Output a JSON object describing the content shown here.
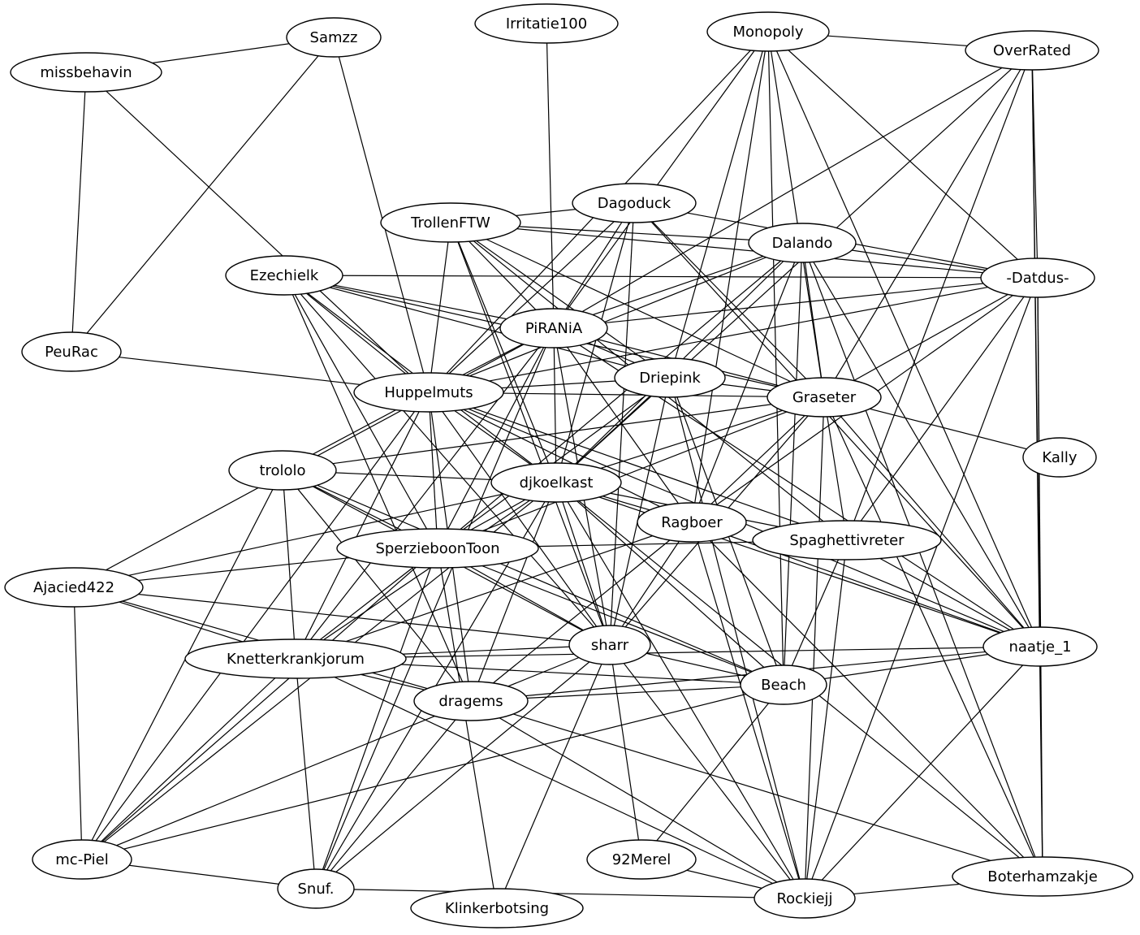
{
  "graph": {
    "nodes": [
      {
        "id": "Samzz",
        "label": "Samzz"
      },
      {
        "id": "Irritatie100",
        "label": "Irritatie100"
      },
      {
        "id": "Monopoly",
        "label": "Monopoly"
      },
      {
        "id": "OverRated",
        "label": "OverRated"
      },
      {
        "id": "missbehavin",
        "label": "missbehavin"
      },
      {
        "id": "Dagoduck",
        "label": "Dagoduck"
      },
      {
        "id": "TrollenFTW",
        "label": "TrollenFTW"
      },
      {
        "id": "Dalando",
        "label": "Dalando"
      },
      {
        "id": "-Datdus-",
        "label": "-Datdus-"
      },
      {
        "id": "Ezechielk",
        "label": "Ezechielk"
      },
      {
        "id": "PiRANiA",
        "label": "PiRANiA"
      },
      {
        "id": "PeuRac",
        "label": "PeuRac"
      },
      {
        "id": "Driepink",
        "label": "Driepink"
      },
      {
        "id": "Huppelmuts",
        "label": "Huppelmuts"
      },
      {
        "id": "Graseter",
        "label": "Graseter"
      },
      {
        "id": "Kally",
        "label": "Kally"
      },
      {
        "id": "trololo",
        "label": "trololo"
      },
      {
        "id": "djkoelkast",
        "label": "djkoelkast"
      },
      {
        "id": "Ragboer",
        "label": "Ragboer"
      },
      {
        "id": "Spaghettivreter",
        "label": "Spaghettivreter"
      },
      {
        "id": "SperzieboonToon",
        "label": "SperzieboonToon"
      },
      {
        "id": "Ajacied422",
        "label": "Ajacied422"
      },
      {
        "id": "sharr",
        "label": "sharr"
      },
      {
        "id": "naatje_1",
        "label": "naatje_1"
      },
      {
        "id": "Knetterkrankjorum",
        "label": "Knetterkrankjorum"
      },
      {
        "id": "Beach",
        "label": "Beach"
      },
      {
        "id": "dragems",
        "label": "dragems"
      },
      {
        "id": "mc-Piel",
        "label": "mc-Piel"
      },
      {
        "id": "92Merel",
        "label": "92Merel"
      },
      {
        "id": "Boterhamzakje",
        "label": "Boterhamzakje"
      },
      {
        "id": "Snuf.",
        "label": "Snuf."
      },
      {
        "id": "Rockiejj",
        "label": "Rockiejj"
      },
      {
        "id": "Klinkerbotsing",
        "label": "Klinkerbotsing"
      }
    ],
    "edges": [
      [
        "Samzz",
        "missbehavin"
      ],
      [
        "Samzz",
        "PeuRac"
      ],
      [
        "Samzz",
        "Huppelmuts"
      ],
      [
        "missbehavin",
        "PeuRac"
      ],
      [
        "missbehavin",
        "Huppelmuts"
      ],
      [
        "Irritatie100",
        "PiRANiA"
      ],
      [
        "Monopoly",
        "OverRated"
      ],
      [
        "Monopoly",
        "-Datdus-"
      ],
      [
        "Monopoly",
        "PiRANiA"
      ],
      [
        "Monopoly",
        "Huppelmuts"
      ],
      [
        "Monopoly",
        "Driepink"
      ],
      [
        "Monopoly",
        "Graseter"
      ],
      [
        "Monopoly",
        "naatje_1"
      ],
      [
        "Monopoly",
        "Beach"
      ],
      [
        "Monopoly",
        "Ragboer"
      ],
      [
        "OverRated",
        "-Datdus-"
      ],
      [
        "OverRated",
        "PiRANiA"
      ],
      [
        "OverRated",
        "Graseter"
      ],
      [
        "OverRated",
        "Spaghettivreter"
      ],
      [
        "OverRated",
        "naatje_1"
      ],
      [
        "OverRated",
        "Boterhamzakje"
      ],
      [
        "OverRated",
        "djkoelkast"
      ],
      [
        "Dagoduck",
        "TrollenFTW"
      ],
      [
        "Dagoduck",
        "-Datdus-"
      ],
      [
        "Dagoduck",
        "PiRANiA"
      ],
      [
        "Dagoduck",
        "Huppelmuts"
      ],
      [
        "Dagoduck",
        "djkoelkast"
      ],
      [
        "Dagoduck",
        "Graseter"
      ],
      [
        "Dagoduck",
        "naatje_1"
      ],
      [
        "Dagoduck",
        "sharr"
      ],
      [
        "TrollenFTW",
        "Dalando"
      ],
      [
        "TrollenFTW",
        "-Datdus-"
      ],
      [
        "TrollenFTW",
        "PiRANiA"
      ],
      [
        "TrollenFTW",
        "Huppelmuts"
      ],
      [
        "TrollenFTW",
        "Driepink"
      ],
      [
        "TrollenFTW",
        "Graseter"
      ],
      [
        "TrollenFTW",
        "djkoelkast"
      ],
      [
        "TrollenFTW",
        "sharr"
      ],
      [
        "TrollenFTW",
        "Spaghettivreter"
      ],
      [
        "Dalando",
        "-Datdus-"
      ],
      [
        "Dalando",
        "PiRANiA"
      ],
      [
        "Dalando",
        "Huppelmuts"
      ],
      [
        "Dalando",
        "Graseter"
      ],
      [
        "Dalando",
        "djkoelkast"
      ],
      [
        "Dalando",
        "Ragboer"
      ],
      [
        "Dalando",
        "SperzieboonToon"
      ],
      [
        "Dalando",
        "naatje_1"
      ],
      [
        "Dalando",
        "Beach"
      ],
      [
        "Dalando",
        "Boterhamzakje"
      ],
      [
        "-Datdus-",
        "Ezechielk"
      ],
      [
        "-Datdus-",
        "PiRANiA"
      ],
      [
        "-Datdus-",
        "Huppelmuts"
      ],
      [
        "-Datdus-",
        "Graseter"
      ],
      [
        "-Datdus-",
        "Spaghettivreter"
      ],
      [
        "-Datdus-",
        "naatje_1"
      ],
      [
        "-Datdus-",
        "Rockiejj"
      ],
      [
        "-Datdus-",
        "Boterhamzakje"
      ],
      [
        "-Datdus-",
        "Ragboer"
      ],
      [
        "Ezechielk",
        "PiRANiA"
      ],
      [
        "Ezechielk",
        "Huppelmuts"
      ],
      [
        "Ezechielk",
        "Graseter"
      ],
      [
        "Ezechielk",
        "djkoelkast"
      ],
      [
        "Ezechielk",
        "SperzieboonToon"
      ],
      [
        "Ezechielk",
        "dragems"
      ],
      [
        "Ezechielk",
        "Driepink"
      ],
      [
        "Ezechielk",
        "sharr"
      ],
      [
        "PiRANiA",
        "Huppelmuts"
      ],
      [
        "PiRANiA",
        "Driepink"
      ],
      [
        "PiRANiA",
        "Graseter"
      ],
      [
        "PiRANiA",
        "djkoelkast"
      ],
      [
        "PiRANiA",
        "Ragboer"
      ],
      [
        "PiRANiA",
        "SperzieboonToon"
      ],
      [
        "PiRANiA",
        "Ajacied422"
      ],
      [
        "PiRANiA",
        "sharr"
      ],
      [
        "PiRANiA",
        "Knetterkrankjorum"
      ],
      [
        "PiRANiA",
        "naatje_1"
      ],
      [
        "PiRANiA",
        "Snuf."
      ],
      [
        "PeuRac",
        "Huppelmuts"
      ],
      [
        "Driepink",
        "Huppelmuts"
      ],
      [
        "Driepink",
        "Graseter"
      ],
      [
        "Driepink",
        "djkoelkast"
      ],
      [
        "Driepink",
        "SperzieboonToon"
      ],
      [
        "Driepink",
        "sharr"
      ],
      [
        "Driepink",
        "Beach"
      ],
      [
        "Driepink",
        "Rockiejj"
      ],
      [
        "Huppelmuts",
        "Graseter"
      ],
      [
        "Huppelmuts",
        "trololo"
      ],
      [
        "Huppelmuts",
        "djkoelkast"
      ],
      [
        "Huppelmuts",
        "Ragboer"
      ],
      [
        "Huppelmuts",
        "Spaghettivreter"
      ],
      [
        "Huppelmuts",
        "SperzieboonToon"
      ],
      [
        "Huppelmuts",
        "sharr"
      ],
      [
        "Huppelmuts",
        "Knetterkrankjorum"
      ],
      [
        "Huppelmuts",
        "dragems"
      ],
      [
        "Huppelmuts",
        "mc-Piel"
      ],
      [
        "Huppelmuts",
        "naatje_1"
      ],
      [
        "Graseter",
        "Kally"
      ],
      [
        "Graseter",
        "trololo"
      ],
      [
        "Graseter",
        "djkoelkast"
      ],
      [
        "Graseter",
        "Ragboer"
      ],
      [
        "Graseter",
        "SperzieboonToon"
      ],
      [
        "Graseter",
        "Spaghettivreter"
      ],
      [
        "Graseter",
        "naatje_1"
      ],
      [
        "Graseter",
        "sharr"
      ],
      [
        "Graseter",
        "Rockiejj"
      ],
      [
        "Graseter",
        "Boterhamzakje"
      ],
      [
        "trololo",
        "djkoelkast"
      ],
      [
        "trololo",
        "SperzieboonToon"
      ],
      [
        "trololo",
        "sharr"
      ],
      [
        "trololo",
        "Knetterkrankjorum"
      ],
      [
        "trololo",
        "dragems"
      ],
      [
        "trololo",
        "mc-Piel"
      ],
      [
        "trololo",
        "Beach"
      ],
      [
        "djkoelkast",
        "Ragboer"
      ],
      [
        "djkoelkast",
        "Spaghettivreter"
      ],
      [
        "djkoelkast",
        "SperzieboonToon"
      ],
      [
        "djkoelkast",
        "Ajacied422"
      ],
      [
        "djkoelkast",
        "sharr"
      ],
      [
        "djkoelkast",
        "naatje_1"
      ],
      [
        "djkoelkast",
        "Knetterkrankjorum"
      ],
      [
        "djkoelkast",
        "Beach"
      ],
      [
        "djkoelkast",
        "dragems"
      ],
      [
        "djkoelkast",
        "mc-Piel"
      ],
      [
        "djkoelkast",
        "Snuf."
      ],
      [
        "djkoelkast",
        "Rockiejj"
      ],
      [
        "djkoelkast",
        "Boterhamzakje"
      ],
      [
        "Ragboer",
        "sharr"
      ],
      [
        "Ragboer",
        "naatje_1"
      ],
      [
        "Ragboer",
        "Knetterkrankjorum"
      ],
      [
        "Ragboer",
        "dragems"
      ],
      [
        "Ragboer",
        "Rockiejj"
      ],
      [
        "Ragboer",
        "Boterhamzakje"
      ],
      [
        "Spaghettivreter",
        "naatje_1"
      ],
      [
        "Spaghettivreter",
        "Beach"
      ],
      [
        "Spaghettivreter",
        "SperzieboonToon"
      ],
      [
        "SperzieboonToon",
        "Ajacied422"
      ],
      [
        "SperzieboonToon",
        "sharr"
      ],
      [
        "SperzieboonToon",
        "Knetterkrankjorum"
      ],
      [
        "SperzieboonToon",
        "Beach"
      ],
      [
        "SperzieboonToon",
        "Snuf."
      ],
      [
        "SperzieboonToon",
        "Klinkerbotsing"
      ],
      [
        "SperzieboonToon",
        "mc-Piel"
      ],
      [
        "Ajacied422",
        "sharr"
      ],
      [
        "Ajacied422",
        "Knetterkrankjorum"
      ],
      [
        "Ajacied422",
        "dragems"
      ],
      [
        "sharr",
        "Knetterkrankjorum"
      ],
      [
        "sharr",
        "Beach"
      ],
      [
        "sharr",
        "92Merel"
      ],
      [
        "sharr",
        "Rockiejj"
      ],
      [
        "sharr",
        "Klinkerbotsing"
      ],
      [
        "sharr",
        "mc-Piel"
      ],
      [
        "sharr",
        "Snuf."
      ],
      [
        "naatje_1",
        "Knetterkrankjorum"
      ],
      [
        "naatje_1",
        "Beach"
      ],
      [
        "naatje_1",
        "Rockiejj"
      ],
      [
        "naatje_1",
        "Boterhamzakje"
      ],
      [
        "naatje_1",
        "dragems"
      ],
      [
        "Knetterkrankjorum",
        "Beach"
      ],
      [
        "Knetterkrankjorum",
        "mc-Piel"
      ],
      [
        "Knetterkrankjorum",
        "Snuf."
      ],
      [
        "Knetterkrankjorum",
        "Rockiejj"
      ],
      [
        "Knetterkrankjorum",
        "dragems"
      ],
      [
        "Beach",
        "dragems"
      ],
      [
        "Beach",
        "mc-Piel"
      ],
      [
        "Beach",
        "92Merel"
      ],
      [
        "dragems",
        "Snuf."
      ],
      [
        "dragems",
        "Boterhamzakje"
      ],
      [
        "dragems",
        "Rockiejj"
      ],
      [
        "mc-Piel",
        "Snuf."
      ],
      [
        "mc-Piel",
        "Ajacied422"
      ],
      [
        "92Merel",
        "Rockiejj"
      ],
      [
        "Snuf.",
        "Rockiejj"
      ],
      [
        "Rockiejj",
        "Boterhamzakje"
      ],
      [
        "Rockiejj",
        "Spaghettivreter"
      ]
    ]
  }
}
